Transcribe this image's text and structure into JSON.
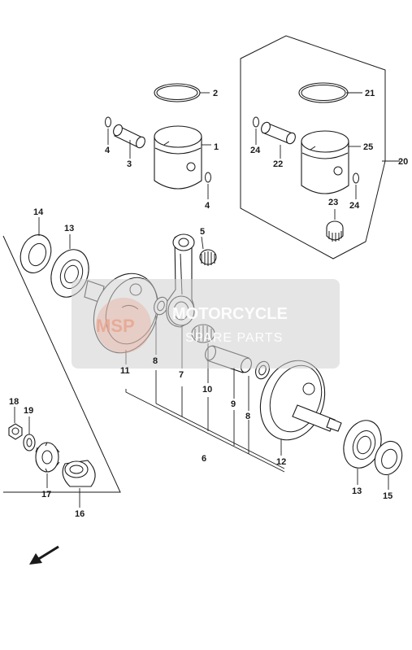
{
  "callouts": [
    "1",
    "2",
    "3",
    "4",
    "4",
    "5",
    "6",
    "7",
    "8",
    "8",
    "9",
    "10",
    "11",
    "12",
    "13",
    "13",
    "14",
    "15",
    "16",
    "17",
    "18",
    "19",
    "20",
    "21",
    "22",
    "23",
    "24",
    "24",
    "25"
  ],
  "watermark": {
    "logo_text": "MSP",
    "line1": "MOTORCYCLE",
    "line2": "SPARE PARTS"
  },
  "colors": {
    "ink": "#1a1a1a",
    "watermark_box": "#d0d0d0",
    "watermark_logo": "#e8a08a"
  },
  "icons": {
    "direction_arrow": "front-direction-arrow-icon"
  }
}
